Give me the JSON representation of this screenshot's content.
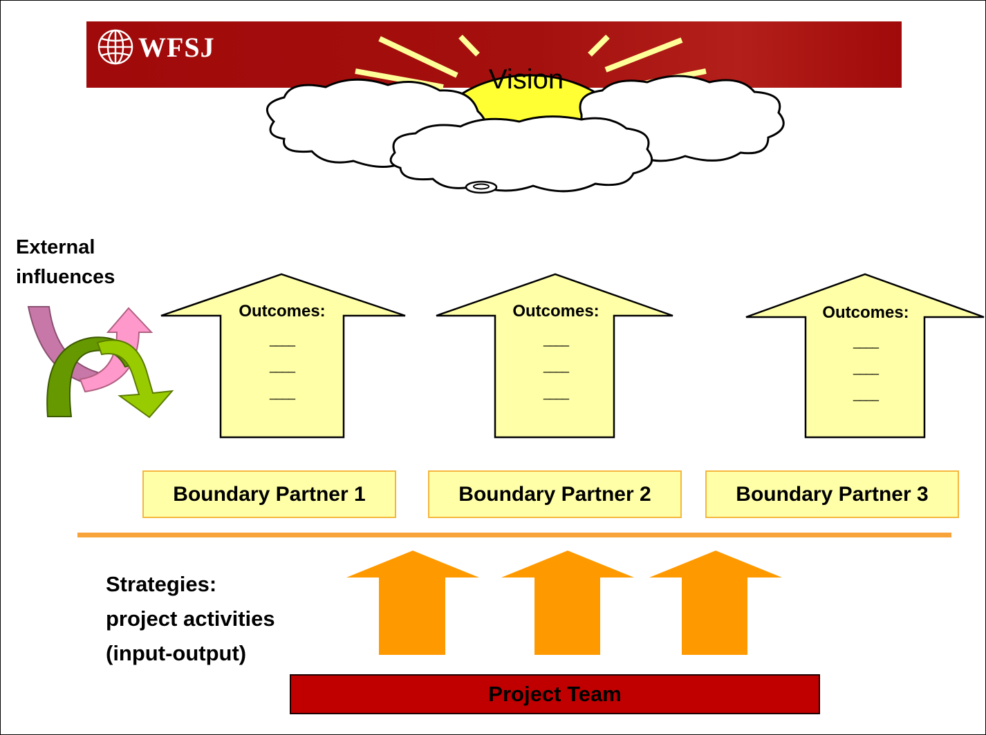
{
  "header": {
    "logo_text": "WFSJ"
  },
  "vision": {
    "label": "Vision"
  },
  "external": {
    "line1": "External",
    "line2": "influences"
  },
  "outcomes": [
    {
      "title": "Outcomes:",
      "lines": [
        "____",
        "____",
        "____"
      ]
    },
    {
      "title": "Outcomes:",
      "lines": [
        "____",
        "____",
        "____"
      ]
    },
    {
      "title": "Outcomes:",
      "lines": [
        "____",
        "____",
        "____"
      ]
    }
  ],
  "partners": [
    "Boundary Partner 1",
    "Boundary Partner 2",
    "Boundary Partner 3"
  ],
  "strategies": {
    "line1": "Strategies:",
    "line2": "project activities",
    "line3": "(input-output)"
  },
  "team": {
    "label": "Project Team"
  },
  "colors": {
    "banner": "#a00a0a",
    "sun": "#ffff33",
    "outcome_arrow": "#ffffa8",
    "strategy_arrow": "#ff9900",
    "divider": "#f7a23a",
    "team": "#c00000"
  }
}
